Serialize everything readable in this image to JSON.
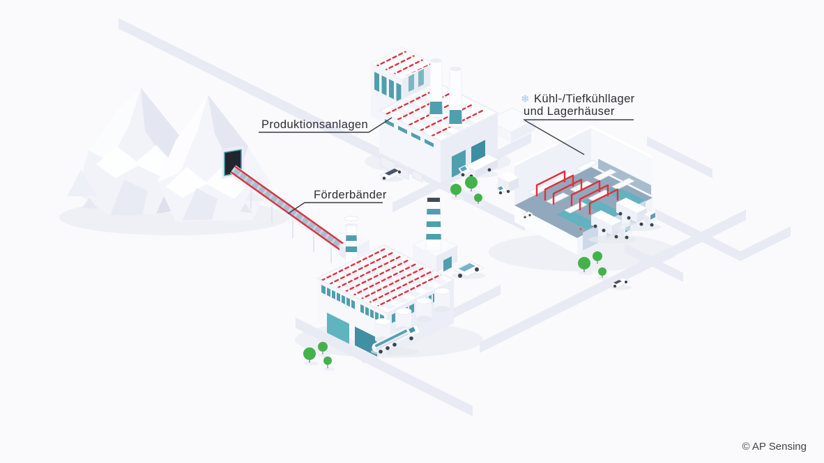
{
  "illustration": {
    "labels": {
      "production": "Produktionsanlagen",
      "conveyor": "Förderbänder",
      "cold_storage_line1": "Kühl-/Tiefkühllager",
      "cold_storage_line2": "und Lagerhäuser"
    },
    "icons": {
      "snowflake": "❄"
    },
    "copyright": "© AP Sensing",
    "colors": {
      "background": "#fafafc",
      "cable-red": "#e0313d",
      "teal": "#4f9fae",
      "teal-dark": "#3c8ea0",
      "tree-green": "#44b24b",
      "road": "#e8eaf4",
      "label-text": "#2c2c34",
      "snowflake-blue": "#a9c6e8",
      "floor-blue": "#92a9bd"
    }
  }
}
